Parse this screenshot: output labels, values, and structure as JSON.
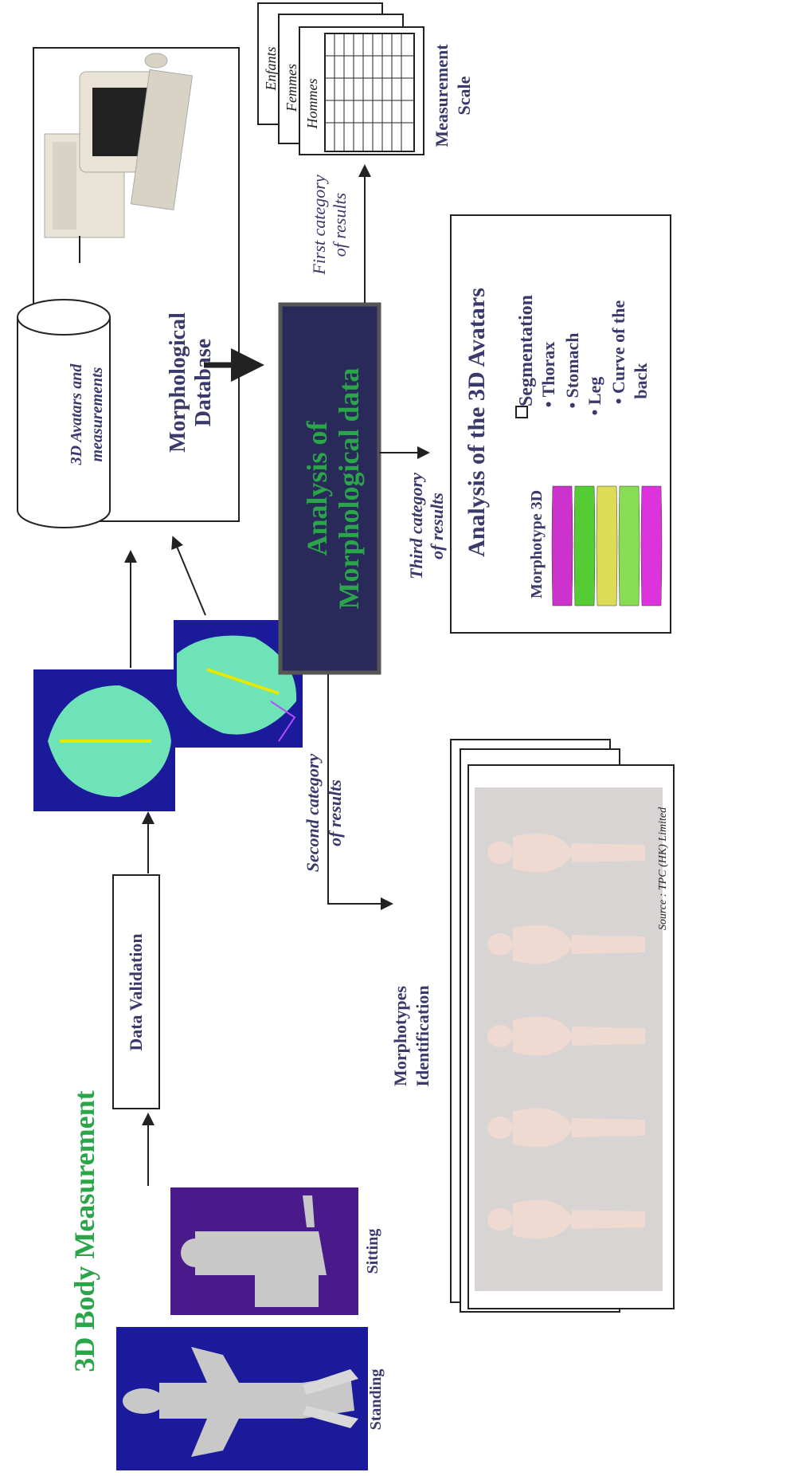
{
  "colors": {
    "navy_text": "#3a3a6a",
    "green_title": "#2aa54a",
    "dark_box": "#2a2a5a",
    "scan_blue": "#1a1a9a",
    "scan_purple": "#4a1a8a",
    "avatar_mint": "#6fe3b8",
    "avatar_grey": "#c8c8c8",
    "photo_bg": "#d8d4d4",
    "body_skin": "#eedad0"
  },
  "icons": {
    "computer": "desktop-computer-icon",
    "database": "database-cylinder-icon",
    "checkbox": "checkbox-icon"
  },
  "measurement": {
    "title": "3D Body Measurement",
    "standing_label": "Standing",
    "sitting_label": "Sitting"
  },
  "validation": {
    "label": "Data Validation"
  },
  "database": {
    "cylinder_text": [
      "3D Avatars and",
      "measurements"
    ],
    "title": [
      "Morphological",
      "Database"
    ]
  },
  "analysis": {
    "title": [
      "Analysis of",
      "Morphological data"
    ]
  },
  "categories": {
    "first": [
      "First category",
      "of results"
    ],
    "second": [
      "Second category",
      "of results"
    ],
    "third": [
      "Third category",
      "of results"
    ]
  },
  "scale": {
    "cards": [
      "Enfants",
      "Femmes",
      "Hommes"
    ],
    "label": [
      "Measurement",
      "Scale"
    ]
  },
  "avatars": {
    "title": "Analysis of the 3D Avatars",
    "morphotype_label": "Morphotype 3D",
    "segmentation_label": "Segmentation",
    "segments": [
      "• Thorax",
      "• Stomach",
      "• Leg",
      "• Curve of the",
      "back"
    ],
    "morphotype_colors": [
      "#cc33cc",
      "#55cc33",
      "#dddd55",
      "#88dd55",
      "#dd33dd"
    ]
  },
  "morphotypes": {
    "label": [
      "Morphotypes",
      "Identification"
    ],
    "source": "Source : TPC (HK) Limited",
    "figure_count": 5
  }
}
